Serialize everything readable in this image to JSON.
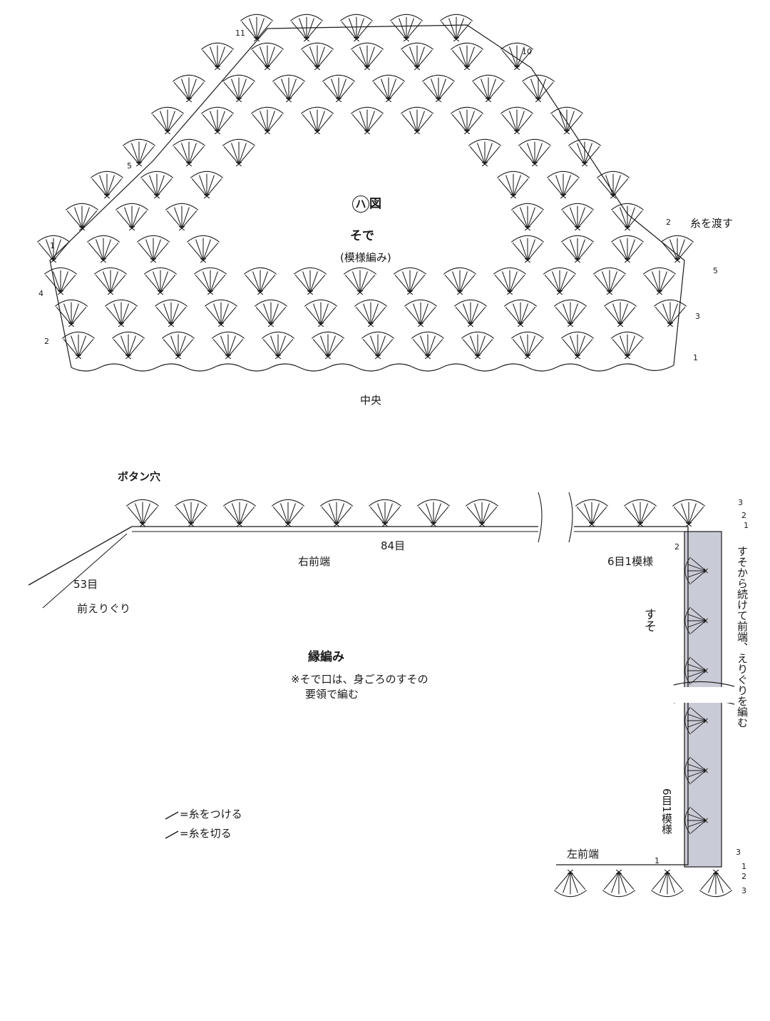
{
  "sleeve": {
    "title_circle": "ハ",
    "title_rest": "図",
    "name": "そで",
    "subtitle": "(模様編み)",
    "center_label": "中央",
    "thread_label": "糸を渡す",
    "rows_left": [
      "11",
      "5",
      "1",
      "4",
      "2"
    ],
    "rows_right": [
      "10",
      "2",
      "5",
      "3",
      "1"
    ]
  },
  "border": {
    "buttonhole_label": "ボタン穴",
    "stitch_count_84": "84目",
    "stitch_count_53": "53目",
    "right_front_edge": "右前端",
    "front_neckline": "前えりぐり",
    "repeat_top": "6目1模様",
    "repeat_side": "6目1模様",
    "hem_label": "すそ",
    "left_front_edge": "左前端",
    "side_instruction": "すそから続けて前端、えりぐりを編む",
    "title": "縁編み",
    "note_line1": "※そで口は、身ごろのすその",
    "note_line2": "要領で編む",
    "rows_top_right": [
      "3",
      "2",
      "1"
    ],
    "row_corner_2": "2",
    "rows_bottom_right": [
      "3",
      "1",
      "2",
      "3"
    ],
    "row_bottom_1": "1"
  },
  "legend": {
    "attach": "=糸をつける",
    "cut": "=糸を切る"
  },
  "colors": {
    "ink": "#1a1a1a",
    "shade": "#c9cbd6"
  }
}
